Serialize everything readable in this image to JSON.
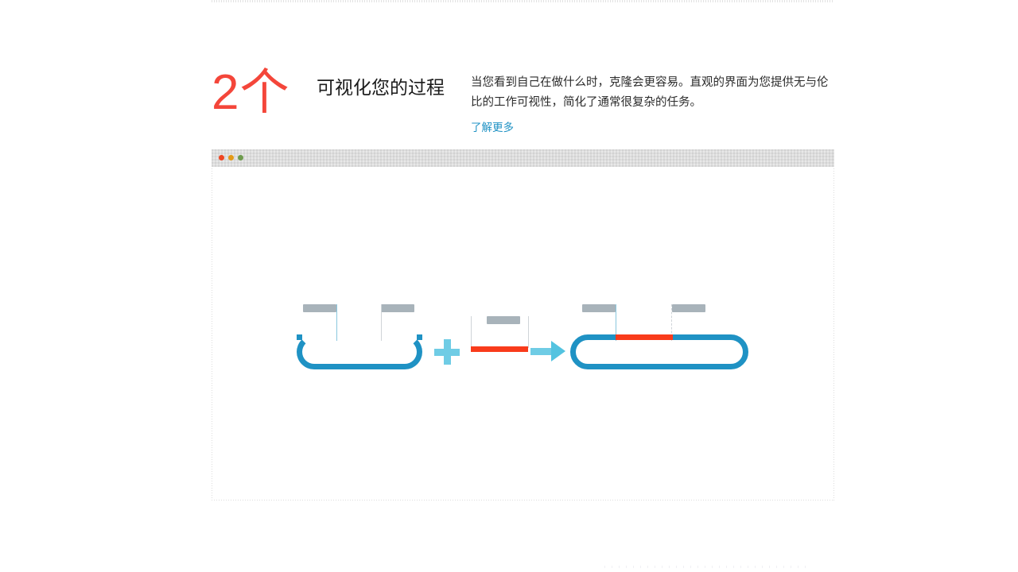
{
  "headline": {
    "step_number": "2个",
    "title": "可视化您的过程",
    "paragraph": "当您看到自己在做什么时，克隆会更容易。直观的界面为您提供无与伦比的工作可视性，简化了通常很复杂的任务。",
    "learn_more_label": "了解更多"
  },
  "colors": {
    "step_number_red": "#f4463a",
    "link_blue": "#1f92c4",
    "plasmid_blue": "#1f92c4",
    "insert_red": "#f93b1b",
    "accent_light_blue": "#6fcce5",
    "annotation_gray": "#a8b3ba"
  },
  "browser_window": {
    "traffic_lights": [
      {
        "name": "close",
        "color": "#ef4623"
      },
      {
        "name": "minimize",
        "color": "#e39a18"
      },
      {
        "name": "maximize",
        "color": "#6e9b4e"
      }
    ]
  },
  "diagram": {
    "name": "molecular-cloning-diagram",
    "operator_plus": "+",
    "operator_arrow": "→",
    "elements": [
      {
        "name": "vector-backbone",
        "type": "linearized-vector",
        "color": "#1f92c4"
      },
      {
        "name": "insert-fragment",
        "type": "dna-insert",
        "color": "#f93b1b"
      },
      {
        "name": "result-plasmid",
        "type": "circular-plasmid",
        "color": "#1f92c4"
      }
    ],
    "annotations": [
      {
        "name": "vector-annotation-left",
        "target": "vector-backbone"
      },
      {
        "name": "vector-annotation-right",
        "target": "vector-backbone"
      },
      {
        "name": "insert-annotation",
        "target": "insert-fragment"
      },
      {
        "name": "result-annotation-left",
        "target": "result-plasmid"
      },
      {
        "name": "result-annotation-right",
        "target": "result-plasmid"
      }
    ]
  }
}
